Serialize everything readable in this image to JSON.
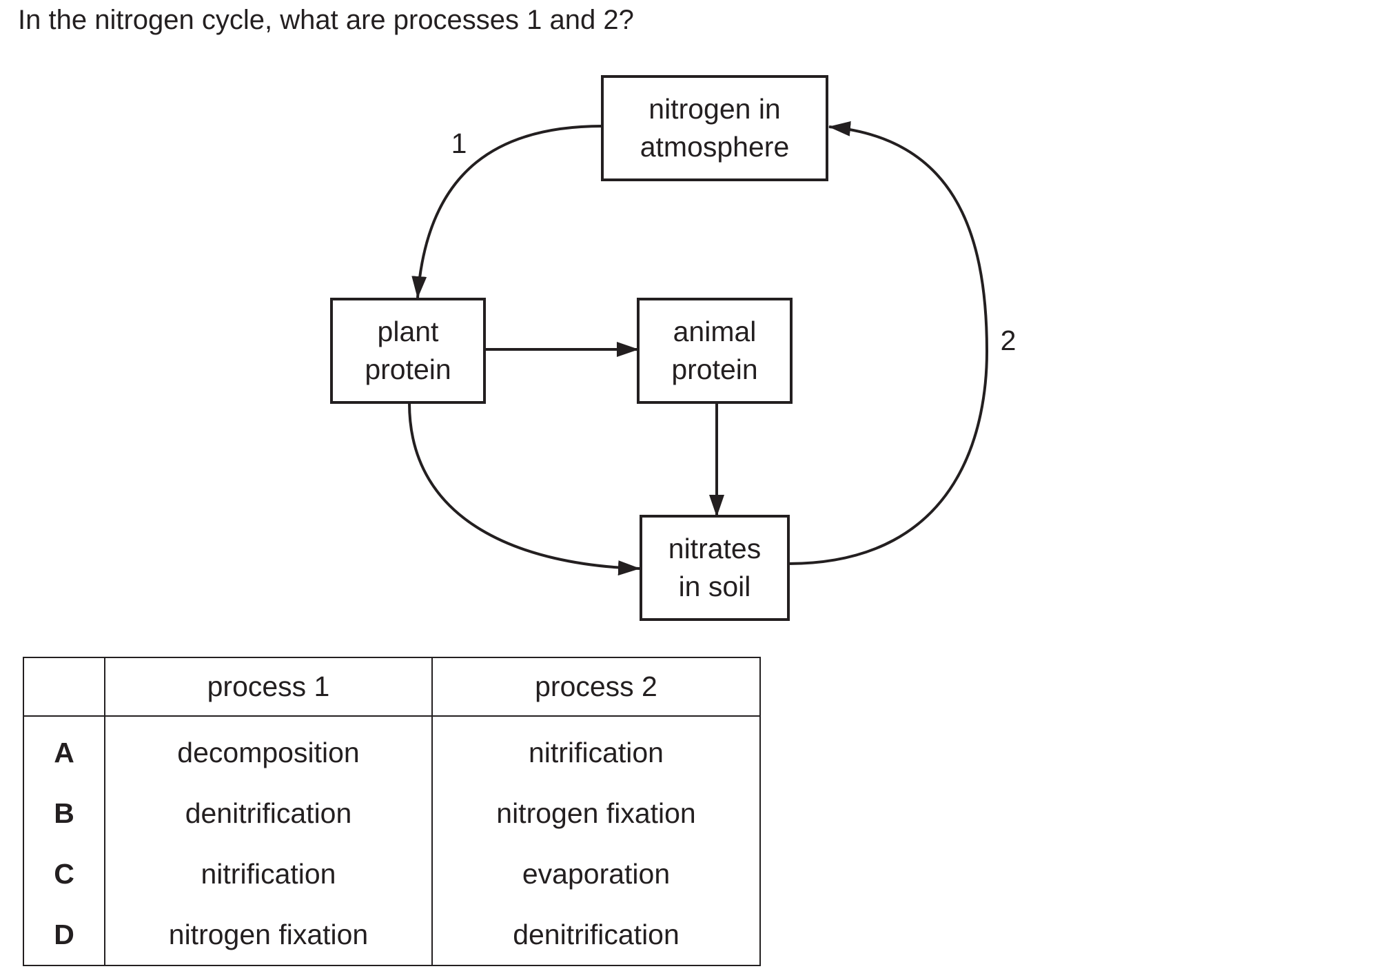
{
  "question": "In the nitrogen cycle, what are processes 1 and 2?",
  "diagram": {
    "nodes": {
      "atmosphere": [
        "nitrogen in",
        "atmosphere"
      ],
      "plant": [
        "plant",
        "protein"
      ],
      "animal": [
        "animal",
        "protein"
      ],
      "soil": [
        "nitrates",
        "in soil"
      ]
    },
    "labels": {
      "process1": "1",
      "process2": "2"
    }
  },
  "table": {
    "headers": [
      "",
      "process 1",
      "process 2"
    ],
    "rows": [
      {
        "letter": "A",
        "p1": "decomposition",
        "p2": "nitrification"
      },
      {
        "letter": "B",
        "p1": "denitrification",
        "p2": "nitrogen fixation"
      },
      {
        "letter": "C",
        "p1": "nitrification",
        "p2": "evaporation"
      },
      {
        "letter": "D",
        "p1": "nitrogen fixation",
        "p2": "denitrification"
      }
    ]
  }
}
